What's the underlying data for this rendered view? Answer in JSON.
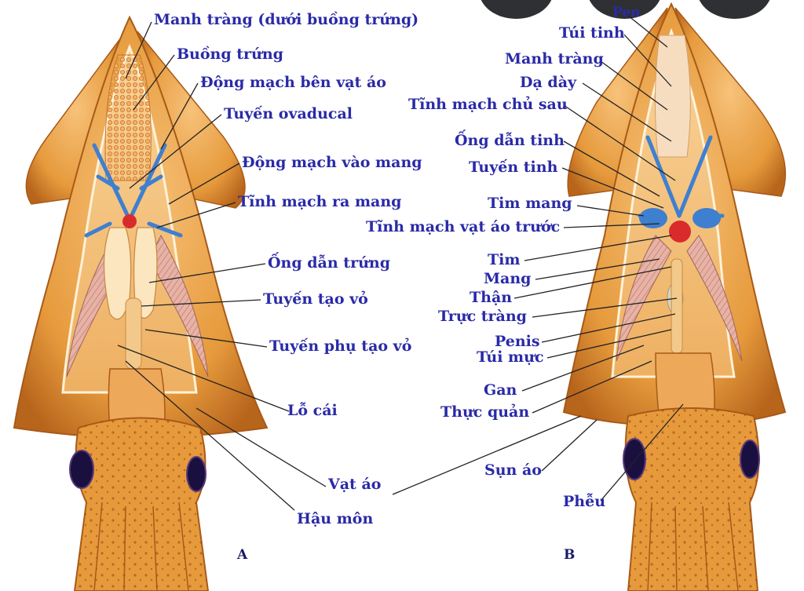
{
  "colors": {
    "mantle": "#e69a3c",
    "mantle_light": "#f7c27a",
    "mantle_dark": "#b8651c",
    "vessel_blue": "#3f7fd0",
    "heart_red": "#d92b2b",
    "gill_pink": "#e8b3a6",
    "label_blue": "#2a2aa8",
    "leader": "#222222"
  },
  "panel_a": {
    "letter": "A",
    "labels": [
      "Manh tràng (dưới buồng trứng)",
      "Buồng trứng",
      "Động mạch bên vạt áo",
      "Tuyến ovaducal",
      "Động mạch vào mang",
      "Tĩnh mạch ra mang",
      "Ống dẫn trứng",
      "Tuyến tạo vỏ",
      "Tuyến phụ tạo vỏ",
      "Lỗ cái",
      "Vạt áo",
      "Hậu môn"
    ]
  },
  "panel_b": {
    "letter": "B",
    "labels": [
      "Pen",
      "Túi tinh",
      "Manh tràng",
      "Dạ dày",
      "Tĩnh mạch chủ sau",
      "Ống dẫn tinh",
      "Tuyến tinh",
      "Tim mang",
      "Tĩnh mạch vạt áo trước",
      "Tim",
      "Mang",
      "Thận",
      "Trực tràng",
      "Penis",
      "Túi mực",
      "Gan",
      "Thực quản",
      "Sụn áo",
      "Phễu"
    ]
  }
}
